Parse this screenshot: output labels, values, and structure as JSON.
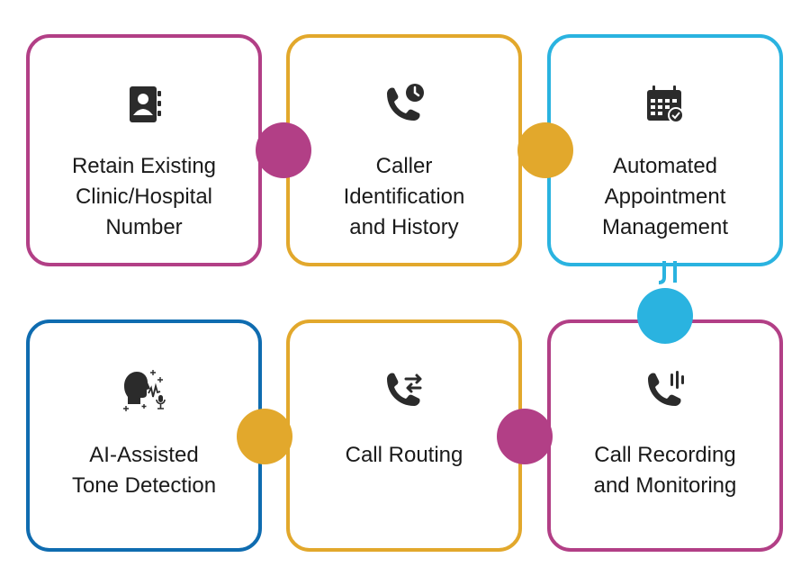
{
  "colors": {
    "magenta": "#b23f86",
    "gold": "#e2a82c",
    "cyan": "#2ab3e0",
    "blue": "#0f6cb0",
    "icon": "#2b2b2b"
  },
  "cards": [
    {
      "title": "Retain Existing\nClinic/Hospital\nNumber",
      "icon": "contact-book-icon"
    },
    {
      "title": "Caller\nIdentification\nand History",
      "icon": "phone-clock-icon"
    },
    {
      "title": "Automated\nAppointment\nManagement",
      "icon": "calendar-check-icon"
    },
    {
      "title": "Call Recording\nand Monitoring",
      "icon": "phone-voice-icon"
    },
    {
      "title": "Call Routing",
      "icon": "phone-transfer-icon"
    },
    {
      "title": "AI-Assisted\nTone Detection",
      "icon": "speaking-head-mic-icon"
    }
  ]
}
